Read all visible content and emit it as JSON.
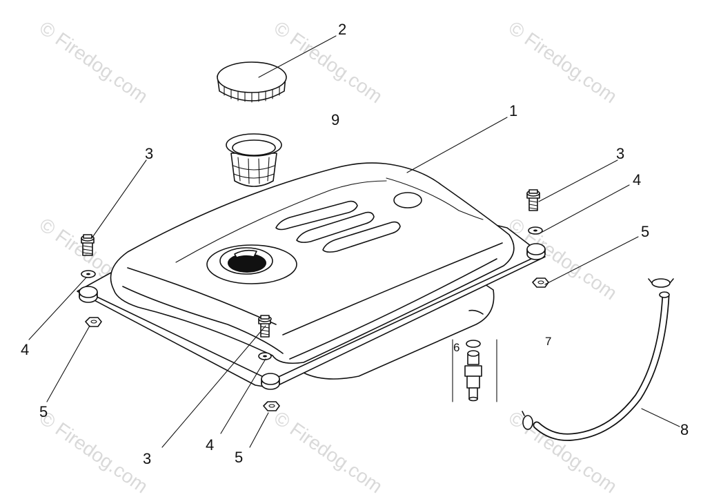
{
  "watermark": "© Firedog.com",
  "callouts": {
    "fuel_tank": "1",
    "fuel_cap": "2",
    "bolt_left": "3",
    "bolt_right": "3",
    "bolt_front": "3",
    "washer_left": "4",
    "washer_right": "4",
    "washer_front": "4",
    "nut_left": "5",
    "nut_right": "5",
    "nut_front": "5",
    "gasket": "6",
    "fuel_valve": "7",
    "fuel_hose": "8",
    "strainer": "9"
  },
  "colors": {
    "ink": "#111111",
    "watermark": "#d9d9d9",
    "background": "#ffffff"
  }
}
